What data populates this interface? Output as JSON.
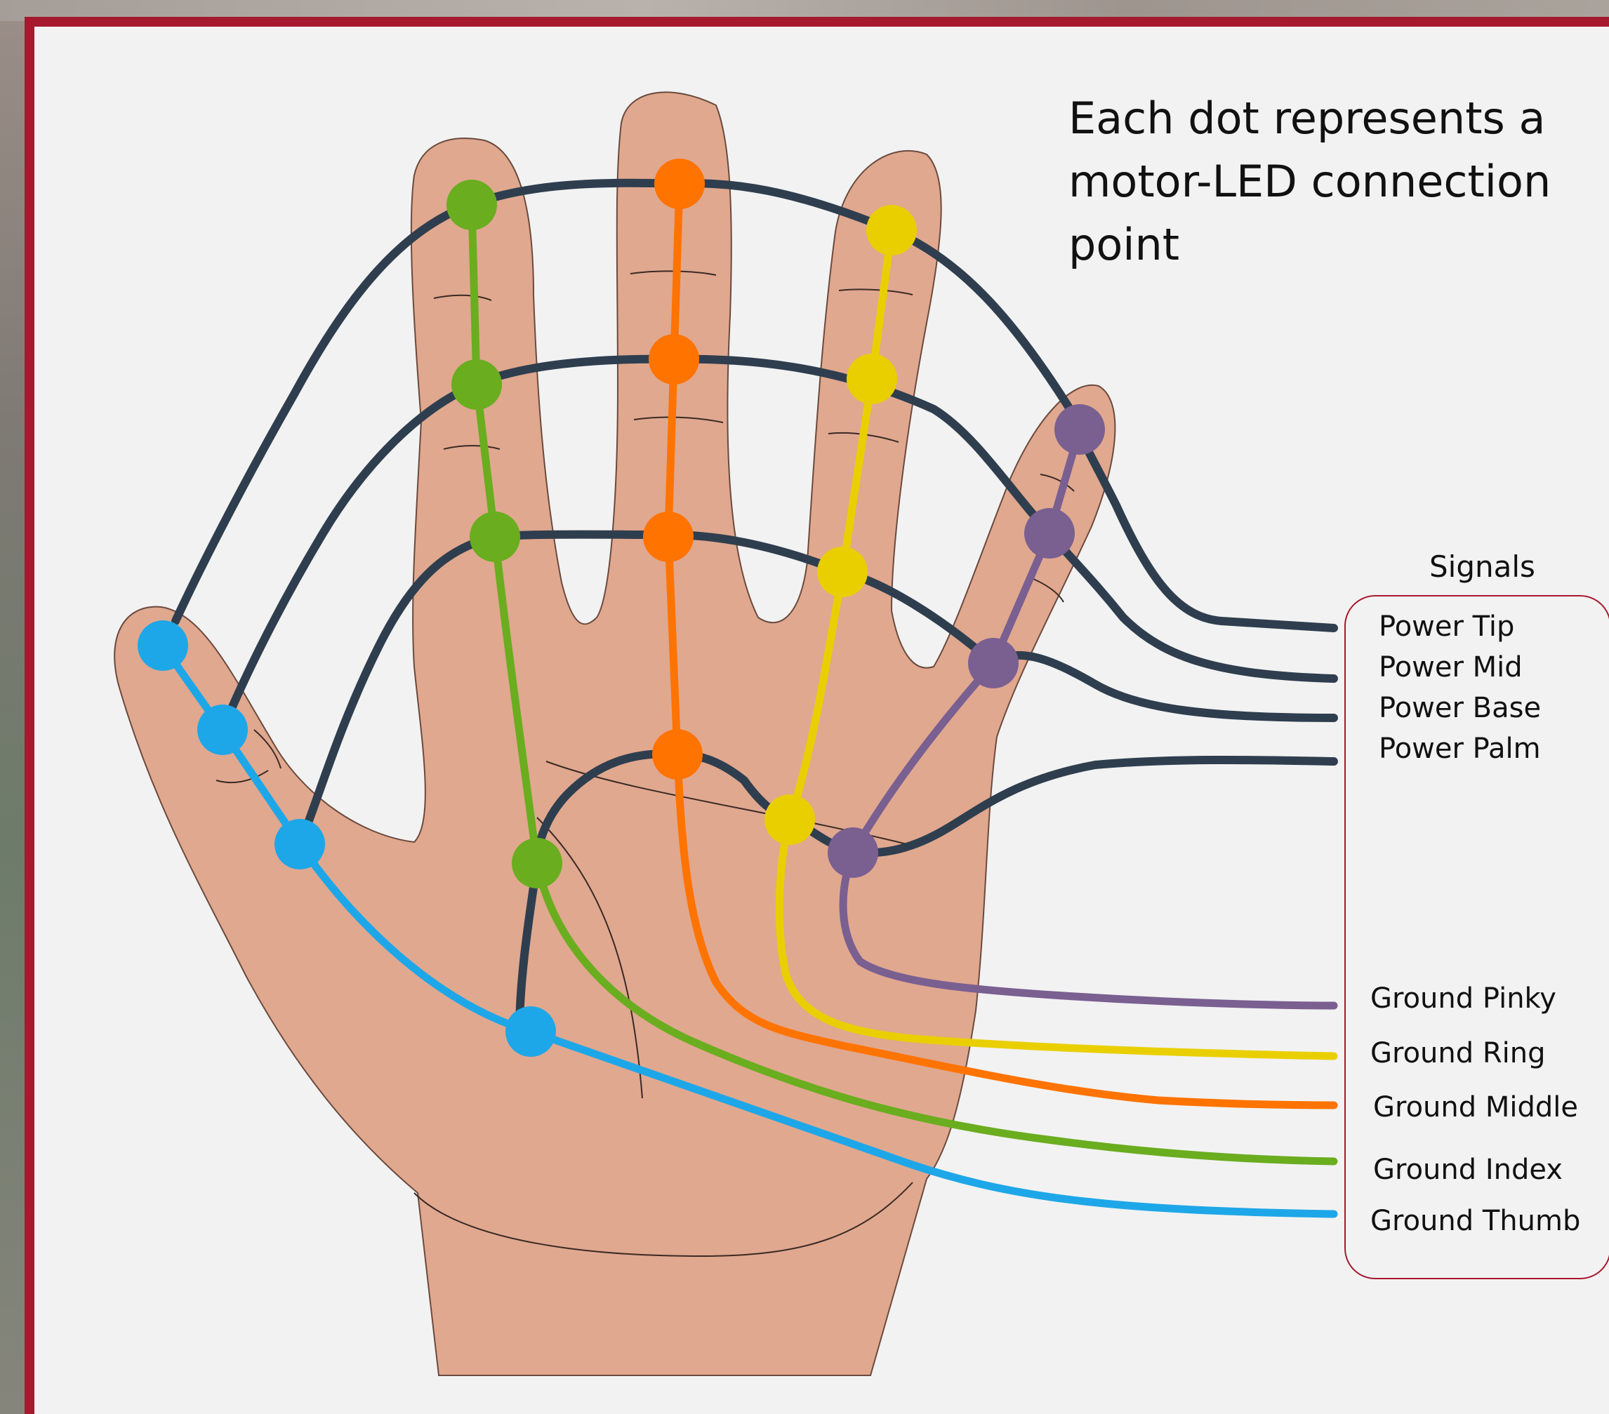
{
  "caption": "Each dot represents a\nmotor-LED connection\npoint",
  "signals": {
    "title": "Signals",
    "power": [
      "Power Tip",
      "Power Mid",
      "Power Base",
      "Power Palm"
    ],
    "ground": [
      "Ground Pinky",
      "Ground Ring",
      "Ground Middle",
      "Ground Index",
      "Ground Thumb"
    ]
  },
  "colors": {
    "frame": "#a6192e",
    "skin": "#e0a88f",
    "power_wire": "#2f3e4e",
    "thumb": "#1ea7e8",
    "index": "#6aad1f",
    "middle": "#ff7300",
    "ring": "#e9cf00",
    "pinky": "#7a5f91"
  }
}
